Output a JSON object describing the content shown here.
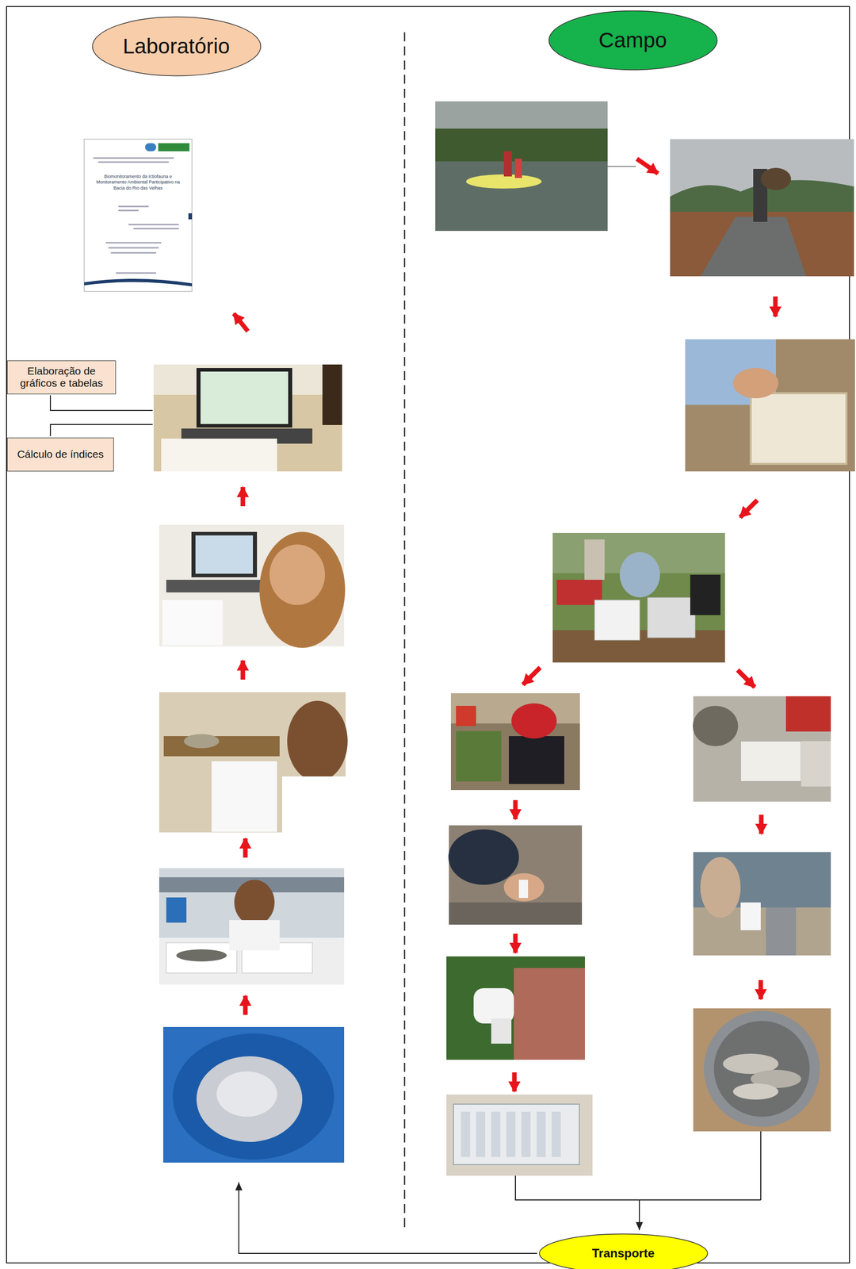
{
  "diagram": {
    "nodes": [
      {
        "text": [
          "Laboratório"
        ]
      },
      {
        "text": [
          "Campo"
        ]
      },
      {
        "text": [
          "Elaboração de gráficos e tabelas"
        ]
      },
      {
        "text": [
          "Cálculo de índices"
        ]
      },
      {
        "text": [
          "Transporte"
        ]
      }
    ],
    "labels": [
      "Biomonitoramento da Ictiofauna e Monitoramento Ambiental Participativo na Bacia do Rio das Velhas"
    ]
  }
}
